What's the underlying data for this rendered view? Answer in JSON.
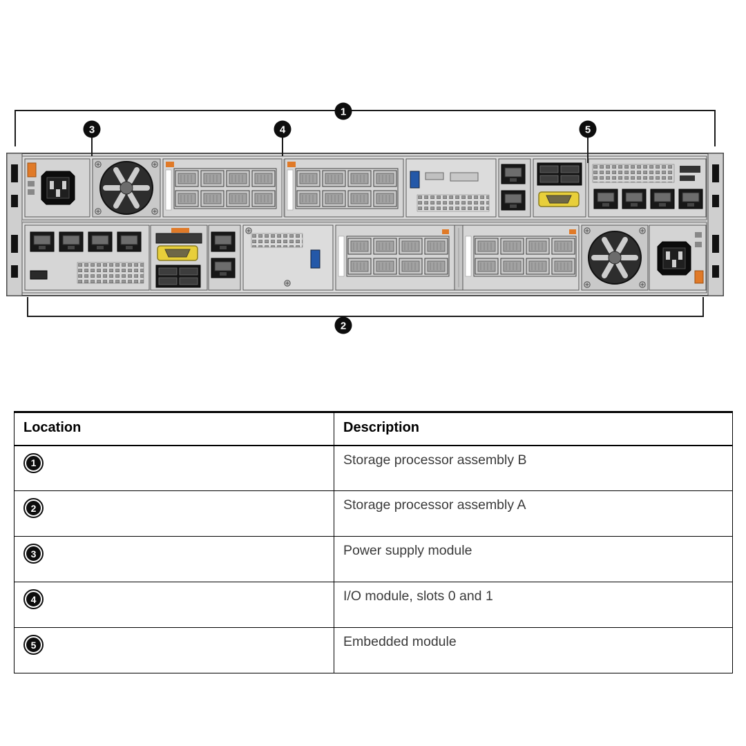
{
  "diagram": {
    "callouts": [
      {
        "id": "callout-1",
        "label": "1"
      },
      {
        "id": "callout-2",
        "label": "2"
      },
      {
        "id": "callout-3",
        "label": "3"
      },
      {
        "id": "callout-4",
        "label": "4"
      },
      {
        "id": "callout-5",
        "label": "5"
      }
    ]
  },
  "table": {
    "headers": [
      "Location",
      "Description"
    ],
    "rows": [
      {
        "location": "1",
        "description": "Storage processor assembly B"
      },
      {
        "location": "2",
        "description": "Storage processor assembly A"
      },
      {
        "location": "3",
        "description": "Power supply module"
      },
      {
        "location": "4",
        "description": "I/O module, slots 0 and 1"
      },
      {
        "location": "5",
        "description": "Embedded module"
      }
    ]
  }
}
